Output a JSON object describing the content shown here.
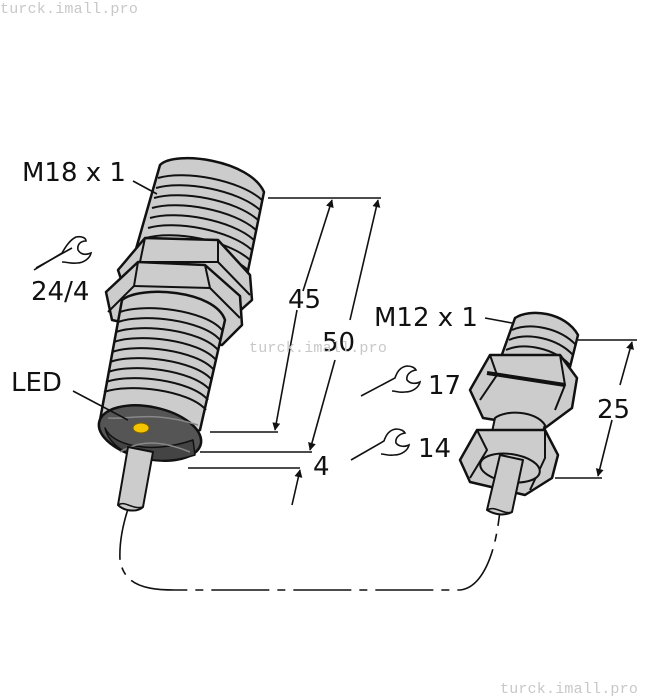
{
  "watermarks": [
    {
      "text": "turck.imall.pro",
      "position": "top-left"
    },
    {
      "text": "turck.imall.pro",
      "position": "center"
    },
    {
      "text": "turck.imall.pro",
      "position": "bottom-right"
    }
  ],
  "sensor": {
    "thread_label": "M18 x 1",
    "wrench_size": "24/4",
    "led_label": "LED",
    "led_color": "#F5C400"
  },
  "dimensions": {
    "active_length": "45",
    "total_length": "50",
    "face_offset": "4"
  },
  "connector": {
    "thread_label": "M12 x 1",
    "wrench_size_large": "17",
    "wrench_size_small": "14",
    "length": "25"
  },
  "colors": {
    "body_fill": "#cccccc",
    "face_fill": "#555555",
    "outline": "#111111",
    "background": "#ffffff",
    "watermark": "#c8c8c8"
  }
}
